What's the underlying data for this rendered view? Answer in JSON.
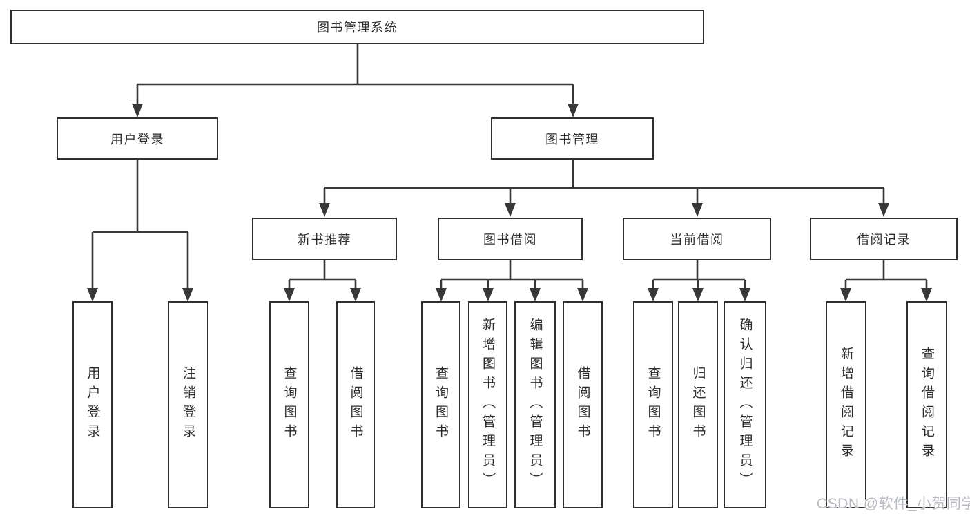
{
  "diagram": {
    "root": {
      "label": "图书管理系统"
    },
    "level1": {
      "user_login": {
        "label": "用户登录"
      },
      "book_mgmt": {
        "label": "图书管理"
      }
    },
    "level2": {
      "new_books": {
        "label": "新书推荐"
      },
      "book_borrow": {
        "label": "图书借阅"
      },
      "current_borrow": {
        "label": "当前借阅"
      },
      "borrow_records": {
        "label": "借阅记录"
      }
    },
    "leaves": {
      "user_login": [
        "用户登录",
        "注销登录"
      ],
      "new_books": [
        "查询图书",
        "借阅图书"
      ],
      "book_borrow": [
        "查询图书",
        "新增图书（管理员）",
        "编辑图书（管理员）",
        "借阅图书"
      ],
      "current_borrow": [
        "查询图书",
        "归还图书",
        "确认归还（管理员）"
      ],
      "borrow_records": [
        "新增借阅记录",
        "查询借阅记录"
      ]
    }
  },
  "watermark": {
    "text": "CSDN @软件_小贺同学"
  },
  "colors": {
    "background": "#ffffff",
    "border": "#303030",
    "line": "#383838",
    "text": "#2d2d2d",
    "watermark": "#b6babf"
  }
}
